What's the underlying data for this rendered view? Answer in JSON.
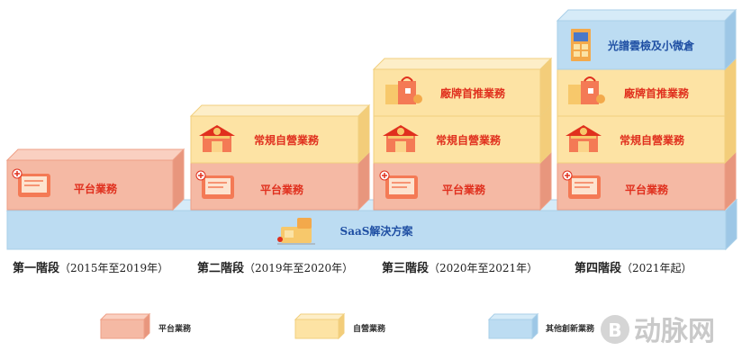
{
  "blocks": {
    "platform": "平台業務",
    "self_operated": "常規自營業務",
    "brand": "廠牌首推業務",
    "warehouse": "光譜雲檢及小微倉",
    "saas": "SaaS解決方案"
  },
  "stages": [
    {
      "title": "第一階段",
      "period": "（2015年至2019年）"
    },
    {
      "title": "第二階段",
      "period": "（2019年至2020年）"
    },
    {
      "title": "第三階段",
      "period": "（2020年至2021年）"
    },
    {
      "title": "第四階段",
      "period": "（2021年起）"
    }
  ],
  "legend": [
    {
      "label": "平台業務",
      "color": "#f5b9a4"
    },
    {
      "label": "自營業務",
      "color": "#fde3a4"
    },
    {
      "label": "其他創新業務",
      "color": "#bcdcf2"
    }
  ],
  "watermark": "动脉网",
  "colors": {
    "platform": "#f5b9a4",
    "self": "#fde3a4",
    "innovation": "#bcdcf2",
    "label_red": "#e0301e",
    "label_blue": "#1f4fa3"
  }
}
